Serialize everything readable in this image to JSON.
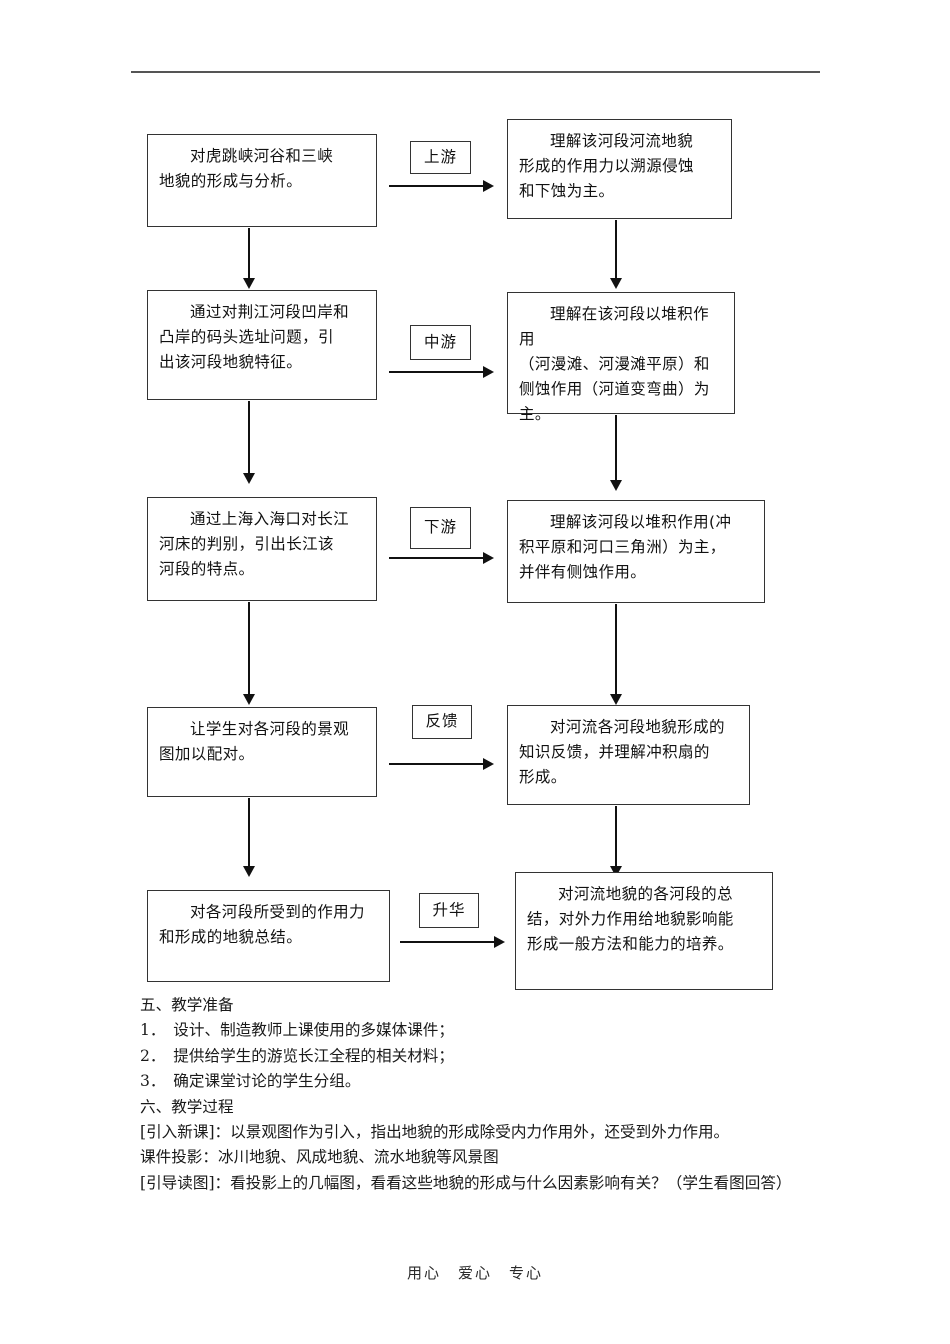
{
  "document": {
    "footer_text": "用心　爱心　专心"
  },
  "flowchart": {
    "rows": [
      {
        "left_box": "对虎跳峡河谷和三峡地貌的形成与分析。",
        "left_lines": [
          "对虎跳峡河谷和三峡",
          "地貌的形成与分析。"
        ],
        "chip": "上游",
        "right_box": "理解该河段河流地貌形成的作用力以溯源侵蚀和下蚀为主。",
        "right_lines": [
          "理解该河段河流地貌",
          "形成的作用力以溯源侵蚀",
          "和下蚀为主。"
        ]
      },
      {
        "left_box": "通过对荆江河段凹岸和凸岸的码头选址问题，引出该河段地貌特征。",
        "left_lines": [
          "通过对荆江河段凹岸和",
          "凸岸的码头选址问题，引",
          "出该河段地貌特征。"
        ],
        "chip": "中游",
        "right_box": "理解在该河段以堆积作用（河漫滩、河漫滩平原）和侧蚀作用（河道变弯曲）为主。",
        "right_lines": [
          "理解在该河段以堆积作用",
          "（河漫滩、河漫滩平原）和",
          "侧蚀作用（河道变弯曲）为",
          "主。"
        ]
      },
      {
        "left_box": "通过上海入海口对长江河床的判别，引出长江该河段的特点。",
        "left_lines": [
          "通过上海入海口对长江",
          "河床的判别，引出长江该",
          "河段的特点。"
        ],
        "chip": "下游",
        "right_box": "理解该河段以堆积作用(冲积平原和河口三角洲）为主，并伴有侧蚀作用。",
        "right_lines": [
          "理解该河段以堆积作用(冲",
          "积平原和河口三角洲）为主，",
          "并伴有侧蚀作用。"
        ]
      },
      {
        "left_box": "让学生对各河段的景观图加以配对。",
        "left_lines": [
          "让学生对各河段的景观",
          "图加以配对。"
        ],
        "chip": "反馈",
        "right_box": "对河流各河段地貌形成的知识反馈，并理解冲积扇的形成。",
        "right_lines": [
          "对河流各河段地貌形成的",
          "知识反馈，并理解冲积扇的",
          "形成。"
        ]
      },
      {
        "left_box": "对各河段所受到的作用力和形成的地貌总结。",
        "left_lines": [
          "对各河段所受到的作用力",
          "和形成的地貌总结。"
        ],
        "chip": "升华",
        "right_box": "对河流地貌的各河段的总结，对外力作用给地貌影响能形成一般方法和能力的培养。",
        "right_lines": [
          "对河流地貌的各河段的总",
          "结，对外力作用给地貌影响能",
          "形成一般方法和能力的培养。"
        ]
      }
    ]
  },
  "content": {
    "section_five_heading": "五、教学准备",
    "prep_items": [
      "1．　设计、制造教师上课使用的多媒体课件；",
      "2．　提供给学生的游览长江全程的相关材料；",
      "3．　确定课堂讨论的学生分组。"
    ],
    "section_six_heading": "六、教学过程",
    "paragraphs": [
      "[引入新课]：以景观图作为引入，指出地貌的形成除受内力作用外，还受到外力作用。",
      "课件投影：冰川地貌、风成地貌、流水地貌等风景图",
      "[引导读图]：看投影上的几幅图，看看这些地貌的形成与什么因素影响有关？（学生看图回答）"
    ]
  }
}
